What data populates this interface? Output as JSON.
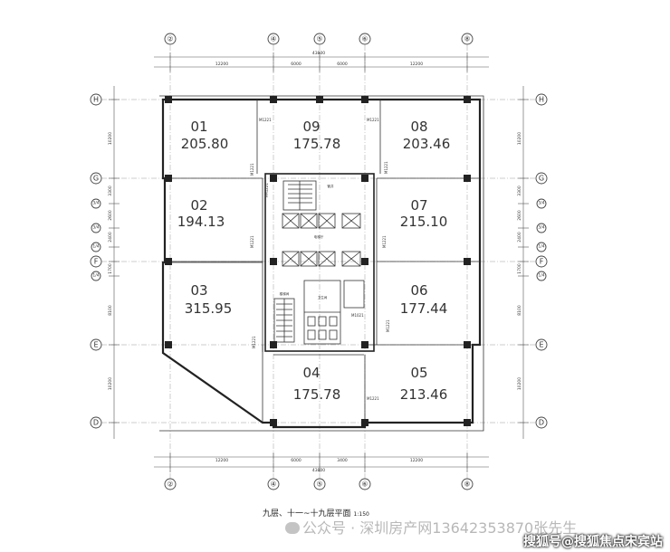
{
  "units": [
    {
      "no": "01",
      "area": "205.80"
    },
    {
      "no": "09",
      "area": "175.78"
    },
    {
      "no": "08",
      "area": "203.46"
    },
    {
      "no": "02",
      "area": "194.13"
    },
    {
      "no": "07",
      "area": "215.10"
    },
    {
      "no": "03",
      "area": "315.95"
    },
    {
      "no": "06",
      "area": "177.44"
    },
    {
      "no": "04",
      "area": "175.78"
    },
    {
      "no": "05",
      "area": "213.46"
    }
  ],
  "axes": {
    "columns": [
      "②",
      "④",
      "⑤",
      "⑥",
      "⑧"
    ],
    "rows": [
      "H",
      "G",
      "F",
      "E",
      "D"
    ],
    "sub_rows": [
      "3/4",
      "3/4",
      "1/4",
      "1/4"
    ]
  },
  "dimensions": {
    "top": [
      "12200",
      "6000",
      "6000",
      "12200"
    ],
    "top_total": "43800",
    "bottom": [
      "12200",
      "6000",
      "3400",
      "12200"
    ],
    "bottom_total": "43800",
    "left": [
      "10200",
      "3300",
      "2600",
      "2400",
      "1700",
      "8100",
      "10200"
    ],
    "right": [
      "10200",
      "3300",
      "2600",
      "2400",
      "1700",
      "8100",
      "10200"
    ]
  },
  "caption": {
    "title": "九层、十一~十九层平面",
    "scale": "1:150"
  },
  "watermarks": {
    "main": "公众号 · 深圳房产网13642353870张先生",
    "corner": "搜狐号@搜狐焦点宋宾站"
  },
  "core_labels": {
    "stair": "楼梯间",
    "lobby": "电梯厅",
    "shaft": "管井",
    "toilet": "卫生间"
  },
  "door_tags": [
    "M1221",
    "M1021",
    "FM1221"
  ]
}
